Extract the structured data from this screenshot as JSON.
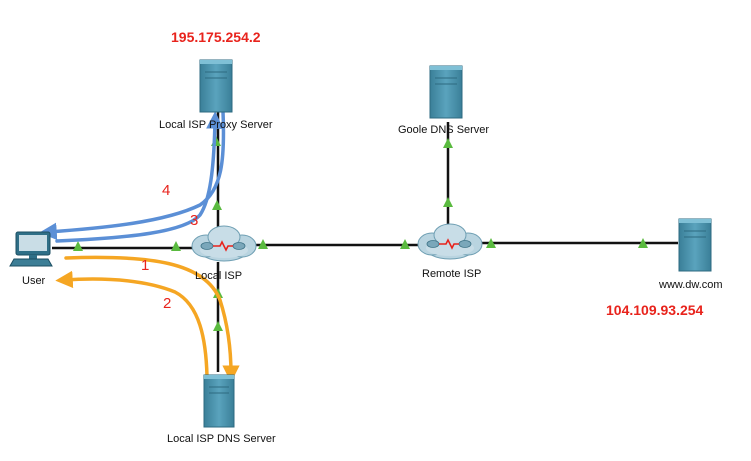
{
  "nodes": {
    "user": {
      "label": "User"
    },
    "proxy_server": {
      "label": "Local ISP Proxy Server",
      "ip": "195.175.254.2"
    },
    "google_dns": {
      "label": "Goole DNS Server"
    },
    "local_isp": {
      "label": "Local ISP"
    },
    "remote_isp": {
      "label": "Remote ISP"
    },
    "local_dns": {
      "label": "Local ISP DNS Server"
    },
    "web_server": {
      "label": "www.dw.com",
      "ip": "104.109.93.254"
    }
  },
  "steps": [
    "1",
    "2",
    "3",
    "4"
  ],
  "colors": {
    "link": "#111111",
    "port_up": "#5aba3f",
    "ip_text": "#e8231c",
    "step_text": "#e8231c",
    "dns_flow": "#f5a623",
    "proxy_flow": "#5b8fd6",
    "server": "#4a8fa8"
  }
}
